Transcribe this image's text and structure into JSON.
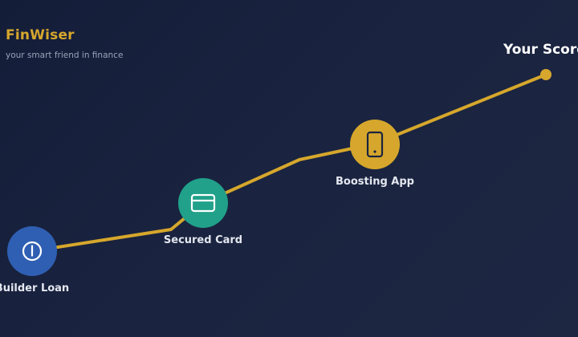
{
  "brand": {
    "name": "FinWiser",
    "tagline": "your smart friend in finance"
  },
  "goal": {
    "label": "Your Score"
  },
  "milestones": [
    {
      "label": "Builder Loan",
      "icon": "power-icon",
      "color": "#2f5fb3"
    },
    {
      "label": "Secured Card",
      "icon": "credit-card-icon",
      "color": "#21a18a"
    },
    {
      "label": "Boosting App",
      "icon": "smartphone-icon",
      "color": "#d6a72c"
    }
  ],
  "colors": {
    "path": "#d6a72c",
    "brand": "#d6a72c",
    "background": "#18213d"
  }
}
